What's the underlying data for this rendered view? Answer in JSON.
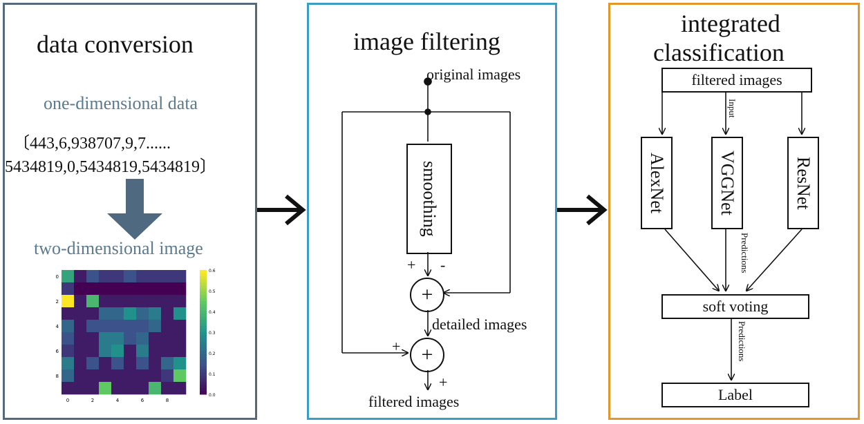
{
  "conversion": {
    "title": "data conversion",
    "input_label": "one-dimensional data",
    "data_line_1": "〔443,6,938707,9,7......",
    "data_line_2": "5434819,0,5434819,5434819〕",
    "output_label": "two-dimensional image",
    "heatmap": {
      "x_ticks": [
        "0",
        "2",
        "4",
        "6",
        "8"
      ],
      "y_ticks": [
        "0",
        "2",
        "4",
        "6",
        "8"
      ],
      "colorbar_ticks": [
        "0.6",
        "0.5",
        "0.4",
        "0.3",
        "0.2",
        "0.1",
        "0.0"
      ],
      "values": [
        [
          0.35,
          0.05,
          0.15,
          0.1,
          0.1,
          0.15,
          0.1,
          0.1,
          0.1,
          0.1
        ],
        [
          0.1,
          0.0,
          0.0,
          0.0,
          0.0,
          0.0,
          0.0,
          0.0,
          0.0,
          0.0
        ],
        [
          0.6,
          0.05,
          0.4,
          0.05,
          0.05,
          0.05,
          0.05,
          0.05,
          0.05,
          0.05
        ],
        [
          0.05,
          0.05,
          0.05,
          0.2,
          0.2,
          0.3,
          0.2,
          0.25,
          0.05,
          0.3
        ],
        [
          0.2,
          0.05,
          0.15,
          0.15,
          0.15,
          0.15,
          0.15,
          0.2,
          0.05,
          0.05
        ],
        [
          0.15,
          0.05,
          0.05,
          0.25,
          0.25,
          0.15,
          0.2,
          0.05,
          0.05,
          0.05
        ],
        [
          0.1,
          0.05,
          0.05,
          0.25,
          0.3,
          0.05,
          0.25,
          0.05,
          0.05,
          0.05
        ],
        [
          0.25,
          0.05,
          0.15,
          0.05,
          0.15,
          0.05,
          0.15,
          0.05,
          0.2,
          0.3
        ],
        [
          0.2,
          0.05,
          0.05,
          0.05,
          0.05,
          0.05,
          0.05,
          0.05,
          0.1,
          0.45
        ],
        [
          0.05,
          0.05,
          0.05,
          0.45,
          0.05,
          0.05,
          0.05,
          0.4,
          0.05,
          0.05
        ]
      ]
    }
  },
  "filtering": {
    "title": "image filtering",
    "input_label": "original images",
    "smoothing_label": "smoothing",
    "sign_plus_1": "+",
    "sign_minus": "-",
    "adder_symbol": "+",
    "detail_label": "detailed images",
    "sign_plus_2": "+",
    "sign_plus_3": "+",
    "output_label": "filtered images"
  },
  "classification": {
    "title_line_1": "integrated",
    "title_line_2": "classification",
    "input_box": "filtered images",
    "input_arrow_label": "Input",
    "models": [
      "AlexNet",
      "VGGNet",
      "ResNet"
    ],
    "predictions_label_1": "Predictions",
    "voting_box": "soft voting",
    "predictions_label_2": "Predictions",
    "output_box": "Label"
  },
  "colors": {
    "panel_conversion_border": "#56697c",
    "panel_filtering_border": "#3a9ec2",
    "panel_classification_border": "#e2972b",
    "down_arrow": "#4f6a80",
    "accent_text": "#5c7a8e"
  }
}
